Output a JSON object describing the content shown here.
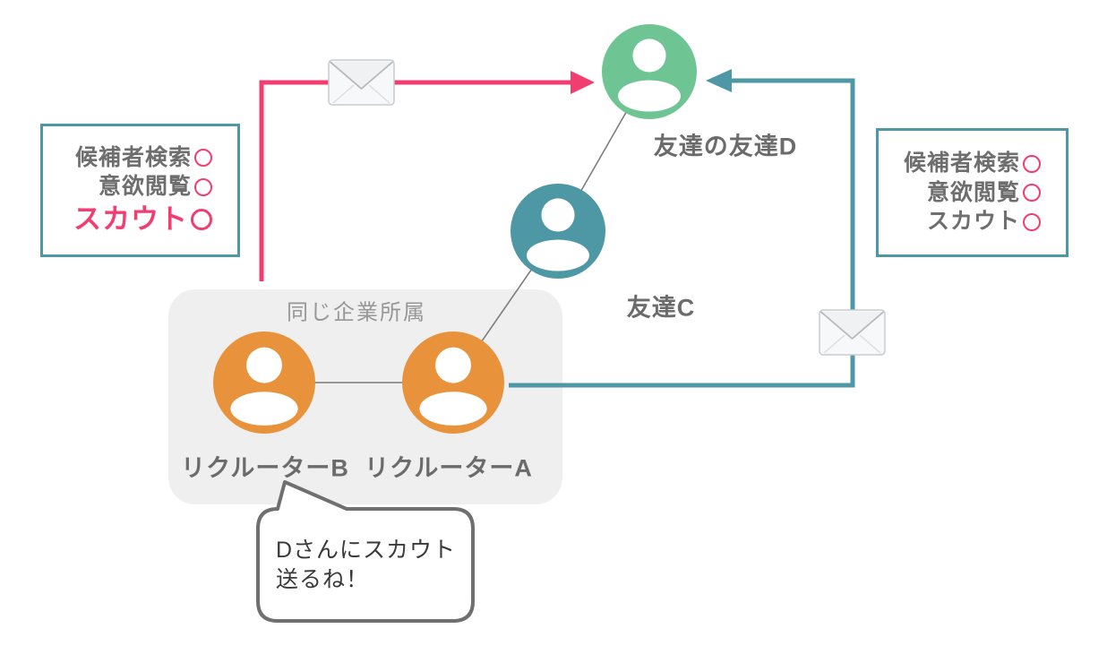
{
  "colors": {
    "pink": "#F13E71",
    "teal": "#4E97A4",
    "green": "#6FC494",
    "orange": "#E8933C",
    "group_bg": "#EFEFEF",
    "label_gray": "#6B6B6B",
    "muted_gray": "#979797",
    "panel_text": "#6E6E6E",
    "bubble_border": "#6F6F6F",
    "bubble_text": "#3A3A3A",
    "connector": "#7D7D7D"
  },
  "nodes": {
    "friend_d": {
      "label": "友達の友達D"
    },
    "friend_c": {
      "label": "友達C"
    },
    "recruiter_b": {
      "label": "リクルーターB"
    },
    "recruiter_a": {
      "label": "リクルーターA"
    }
  },
  "company_box": {
    "label": "同じ企業所属"
  },
  "left_panel": {
    "rows": [
      {
        "text": "候補者検索",
        "mark": "○"
      },
      {
        "text": "意欲閲覧",
        "mark": "○"
      },
      {
        "text": "スカウト",
        "mark": "○",
        "emphasis": true
      }
    ]
  },
  "right_panel": {
    "rows": [
      {
        "text": "候補者検索",
        "mark": "○"
      },
      {
        "text": "意欲閲覧",
        "mark": "○"
      },
      {
        "text": "スカウト",
        "mark": "○"
      }
    ]
  },
  "speech_bubble": {
    "line1": "Dさんにスカウト",
    "line2": "送るね！"
  },
  "icons": {
    "envelope": "✉",
    "person": "👤",
    "open_circle_mark": "○"
  }
}
